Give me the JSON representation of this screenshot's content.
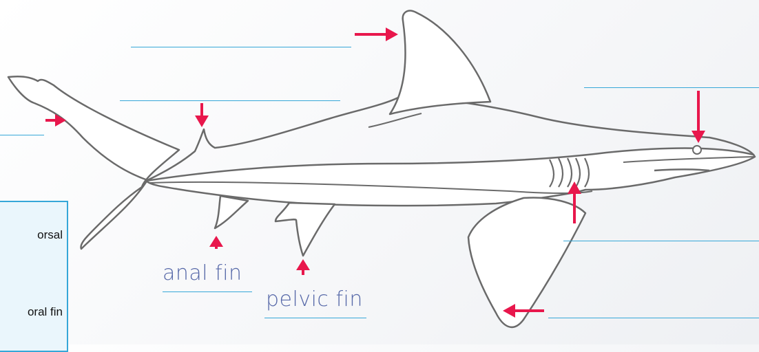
{
  "labels": {
    "anal_fin": "anal fin",
    "pelvic_fin": "pelvic fin"
  },
  "word_bank": {
    "items": [
      "orsal",
      "oral fin"
    ]
  },
  "colors": {
    "arrow": "#e8174c",
    "answer_line": "#35a7d8",
    "label_text": "#5668a8",
    "box_fill": "#eaf6fc",
    "outline": "#6a6a6a"
  }
}
